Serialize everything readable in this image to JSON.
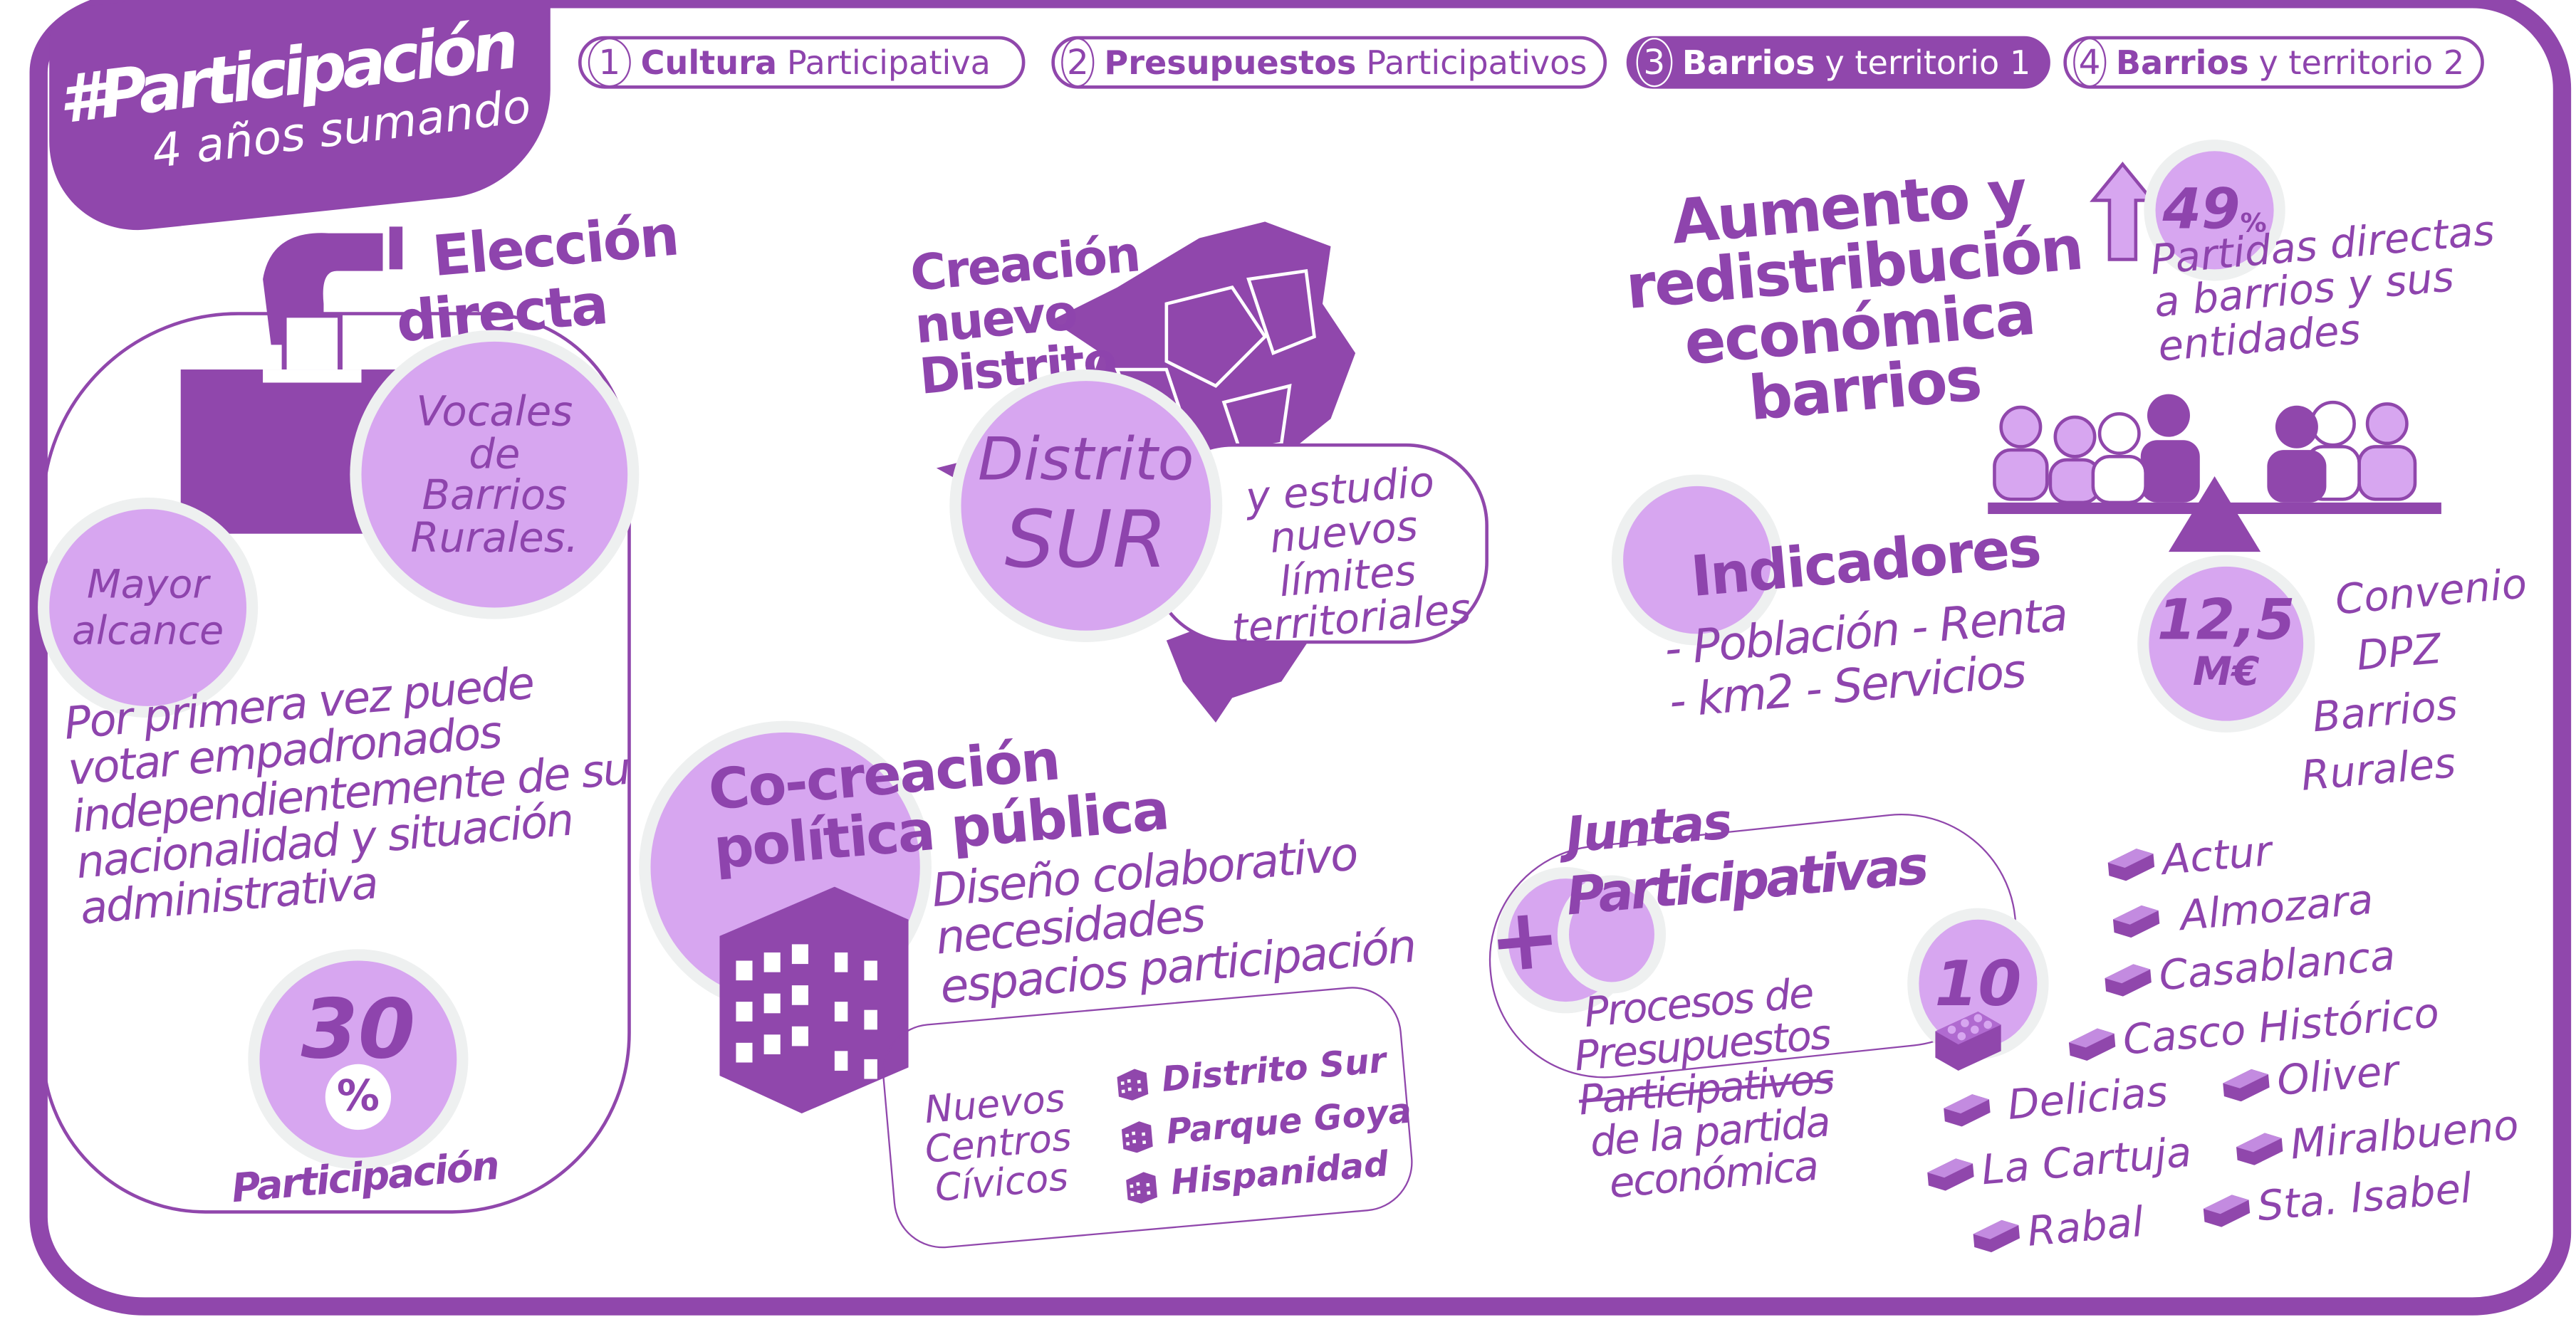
{
  "header": {
    "title": "#Participación",
    "subtitle": "4 años sumando",
    "tabs": [
      {
        "num": "1",
        "bold": "Cultura",
        "rest": "Participativa",
        "active": false
      },
      {
        "num": "2",
        "bold": "Presupuestos",
        "rest": "Participativos",
        "active": false
      },
      {
        "num": "3",
        "bold": "Barrios",
        "rest": "y territorio 1",
        "active": true
      },
      {
        "num": "4",
        "bold": "Barrios",
        "rest": "y territorio 2",
        "active": false
      }
    ]
  },
  "eleccion": {
    "title_1": "Elección",
    "title_2": "directa",
    "vocales": [
      "Vocales",
      "de",
      "Barrios",
      "Rurales."
    ],
    "alcance": [
      "Mayor",
      "alcance"
    ],
    "text": [
      "Por primera vez puede",
      "votar empadronados",
      "independientemente de su",
      "nacionalidad y situación",
      "administrativa"
    ],
    "percent_value": "30",
    "percent_sign": "%",
    "percent_label": "Participación"
  },
  "distrito": {
    "title": [
      "Creación",
      "nuevo",
      "Distrito"
    ],
    "circle": [
      "Distrito",
      "SUR"
    ],
    "note": [
      "y estudio",
      "nuevos",
      "límites",
      "territoriales"
    ]
  },
  "cocreacion": {
    "title": [
      "Co-creación",
      "política pública"
    ],
    "text": [
      "Diseño colaborativo",
      "necesidades",
      "espacios participación"
    ],
    "centros_label": [
      "Nuevos",
      "Centros",
      "Cívicos"
    ],
    "centros": [
      "Distrito Sur",
      "Parque Goya",
      "Hispanidad"
    ]
  },
  "economia": {
    "title": [
      "Aumento y",
      "redistribución",
      "económica",
      "barrios"
    ],
    "percent": "49",
    "percent_sign": "%",
    "percent_text": [
      "Partidas directas",
      "a barrios y sus",
      "entidades"
    ],
    "indicadores_title": "Indicadores",
    "indicadores": [
      "- Población - Renta",
      "- km2 - Servicios"
    ],
    "amount": "12,5",
    "amount_unit": "M€",
    "convenio": [
      "Convenio",
      "DPZ",
      "Barrios",
      "Rurales"
    ]
  },
  "juntas": {
    "plus": "+",
    "title": [
      "Juntas",
      "Participativas"
    ],
    "count": "10",
    "text": [
      "Procesos de",
      "Presupuestos",
      "Participativos",
      "de la partida",
      "económica"
    ],
    "barrios": [
      "Actur",
      "Almozara",
      "Casablanca",
      "Casco Histórico",
      "Delicias",
      "Oliver",
      "La Cartuja",
      "Miralbueno",
      "Rabal",
      "Sta. Isabel"
    ]
  },
  "colors": {
    "primary": "#9047ac",
    "light": "#d7a6f0",
    "ring": "#eef0f0"
  }
}
